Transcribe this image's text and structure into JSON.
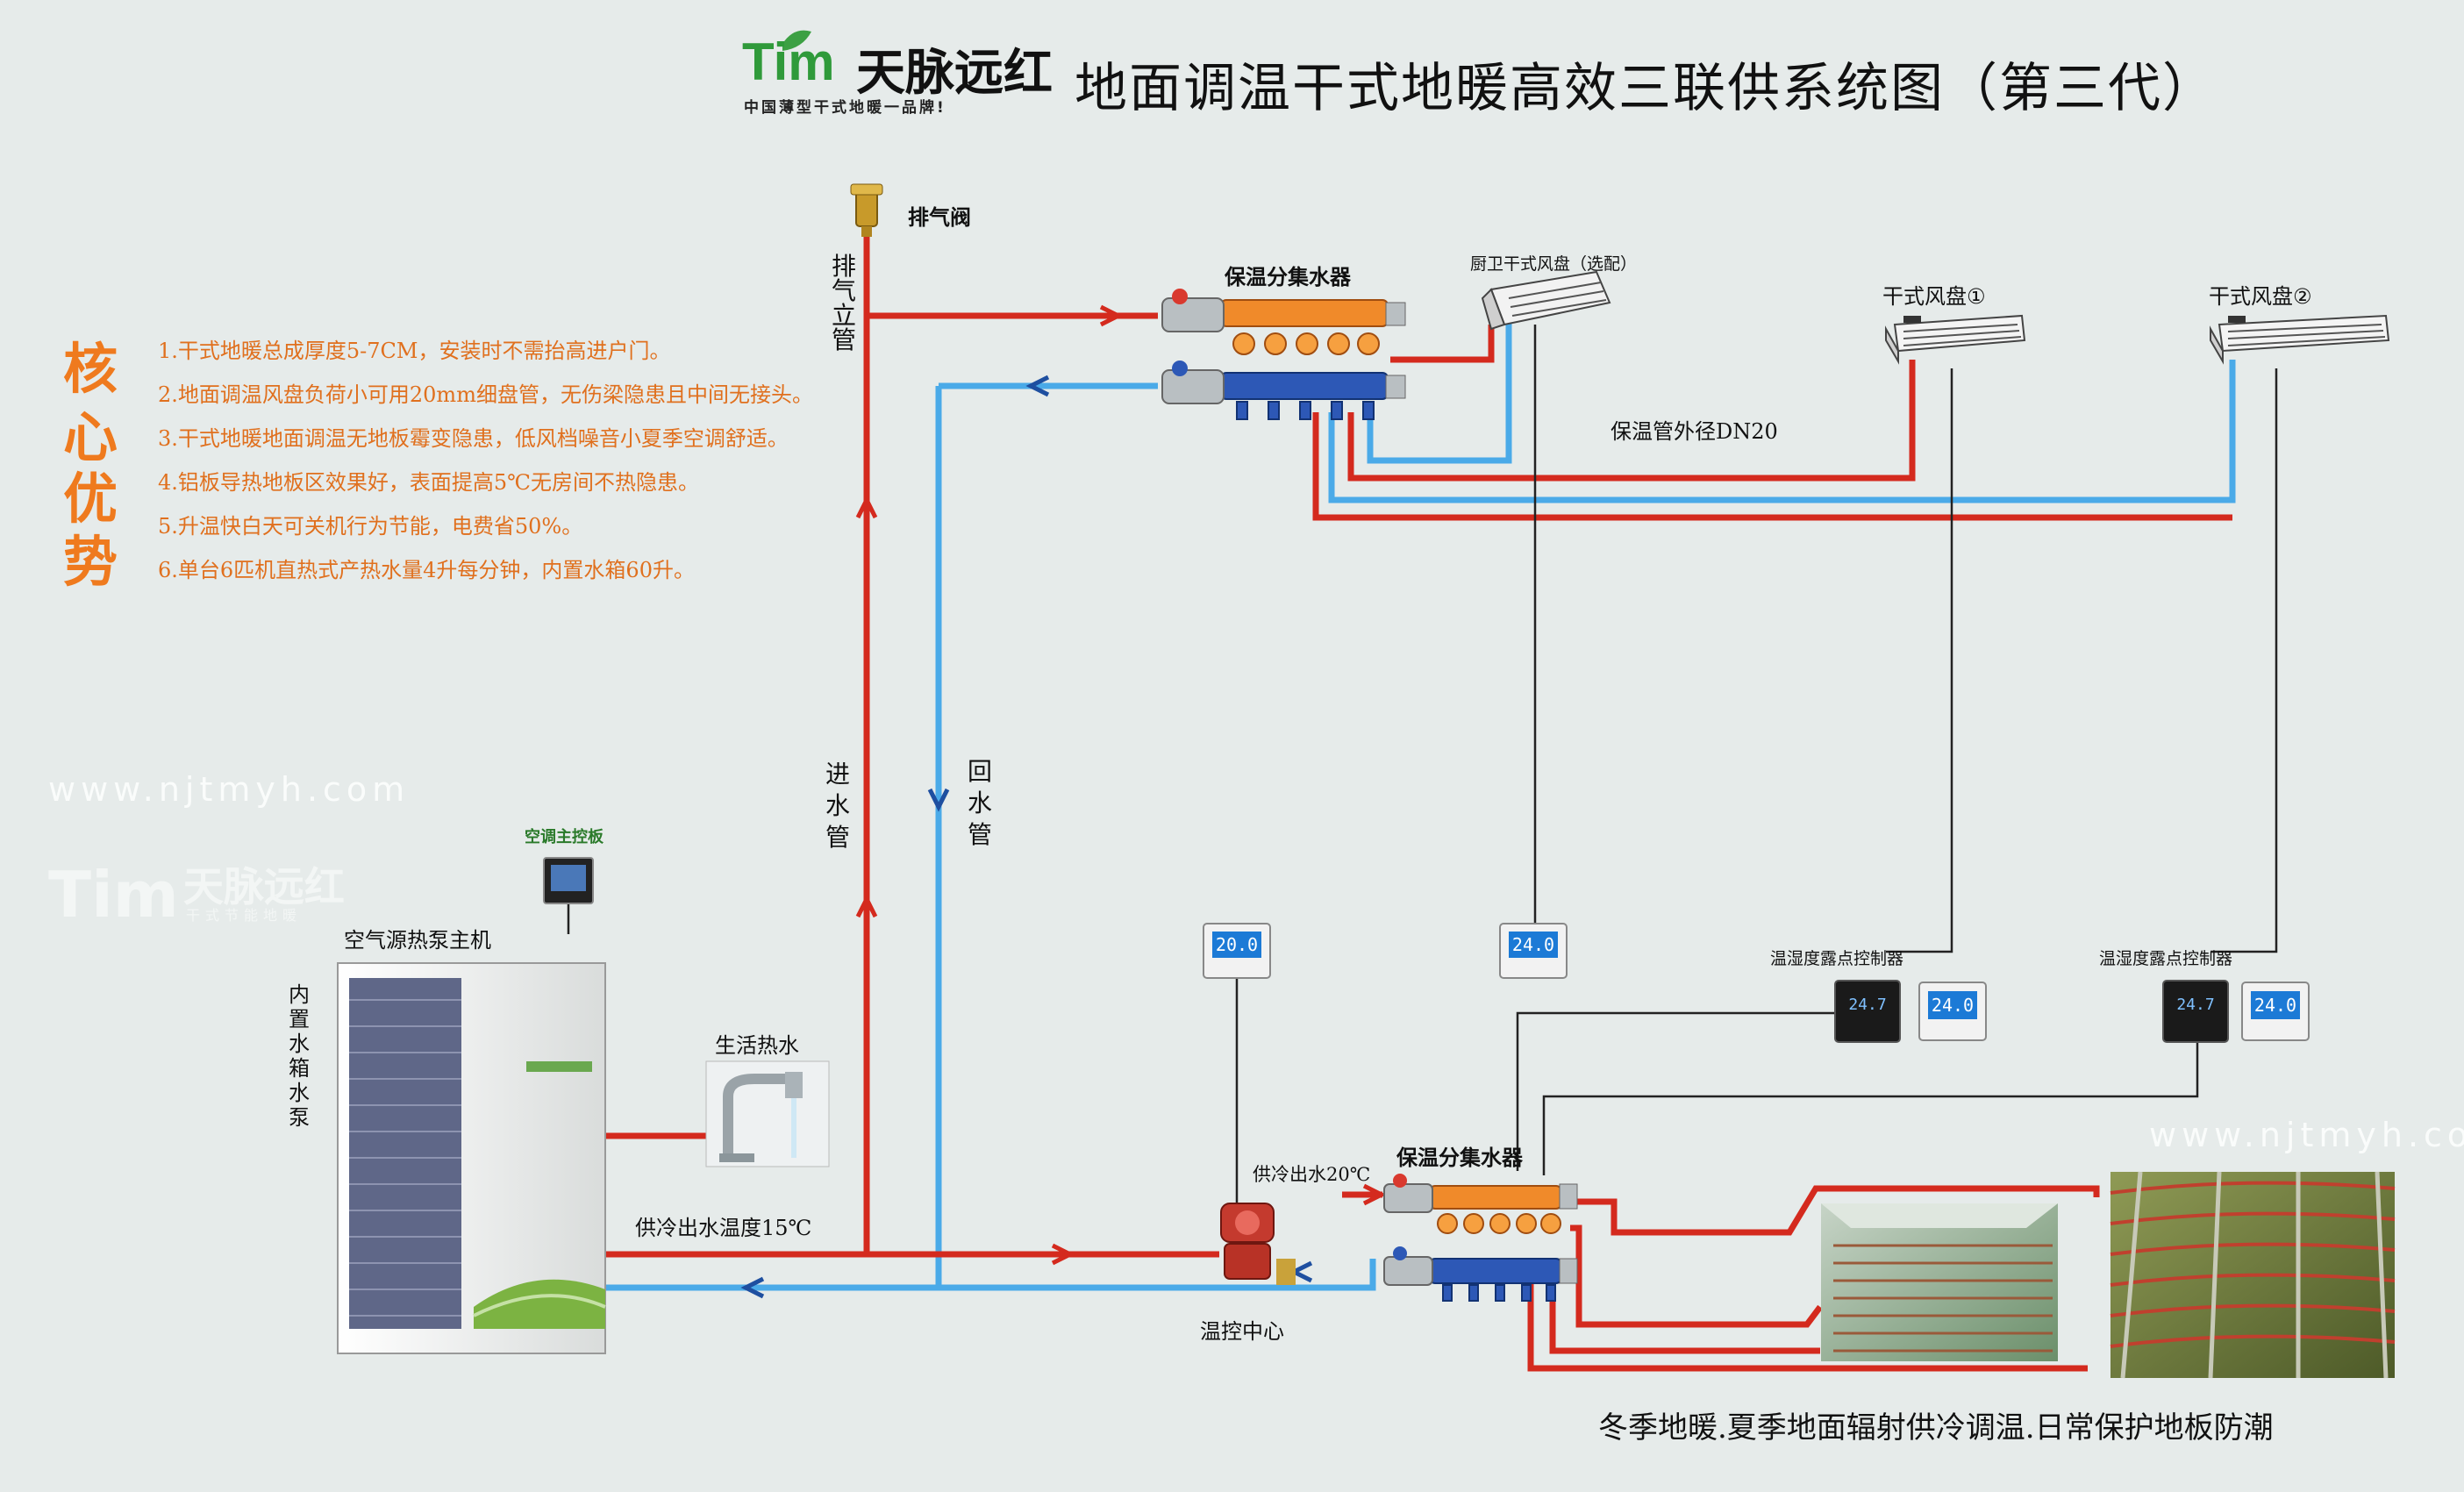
{
  "header": {
    "logo_mark": "Tim",
    "logo_brand": "天脉远红",
    "logo_slogan": "中国薄型干式地暖一品牌!",
    "title": "地面调温干式地暖高效三联供系统图（第三代）"
  },
  "advantages": {
    "heading_chars": [
      "核",
      "心",
      "优",
      "势"
    ],
    "items": [
      "1.干式地暖总成厚度5-7CM，安装时不需抬高进户门。",
      "2.地面调温风盘负荷小可用20mm细盘管，无伤梁隐患且中间无接头。",
      "3.干式地暖地面调温无地板霉变隐患，低风档噪音小夏季空调舒适。",
      "4.铝板导热地板区效果好，表面提高5℃无房间不热隐患。",
      "5.升温快白天可关机行为节能，电费省50%。",
      "6.单台6匹机直热式产热水量4升每分钟，内置水箱60升。"
    ]
  },
  "labels": {
    "exhaust_valve": "排气阀",
    "exhaust_riser": "排气立管",
    "manifold_top": "保温分集水器",
    "kitchen_fan": "厨卫干式风盘（选配）",
    "fan_coil_1": "干式风盘①",
    "fan_coil_2": "干式风盘②",
    "pipe_dn": "保温管外径DN20",
    "inlet_pipe": "进水管",
    "return_pipe": "回水管",
    "ac_panel": "空调主控板",
    "heat_pump": "空气源热泵主机",
    "tank_pump": "内置水箱  水泵",
    "hot_water": "生活热水",
    "cool_out_15": "供冷出水温度15℃",
    "cool_out_20": "供冷出水20℃",
    "manifold_bottom": "保温分集水器",
    "temp_center": "温控中心",
    "dew_ctrl_1": "温湿度露点控制器",
    "dew_ctrl_2": "温湿度露点控制器",
    "footer": "冬季地暖.夏季地面辐射供冷调温.日常保护地板防潮"
  },
  "thermostats": {
    "t1": "20.0",
    "t2": "24.0",
    "t3": "24.0",
    "t4": "24.0",
    "h1": "24.7",
    "h2": "24.7"
  },
  "watermarks": {
    "url_left": "www.njtmyh.com",
    "url_right": "www.njtmyh.com",
    "logo_mark": "Tim",
    "logo_brand": "天脉远红",
    "logo_sub": "干式节能地暖"
  },
  "colors": {
    "supply": "#d42a1e",
    "return": "#4aaae8",
    "signal": "#222222",
    "accent": "#ef7a1e"
  }
}
